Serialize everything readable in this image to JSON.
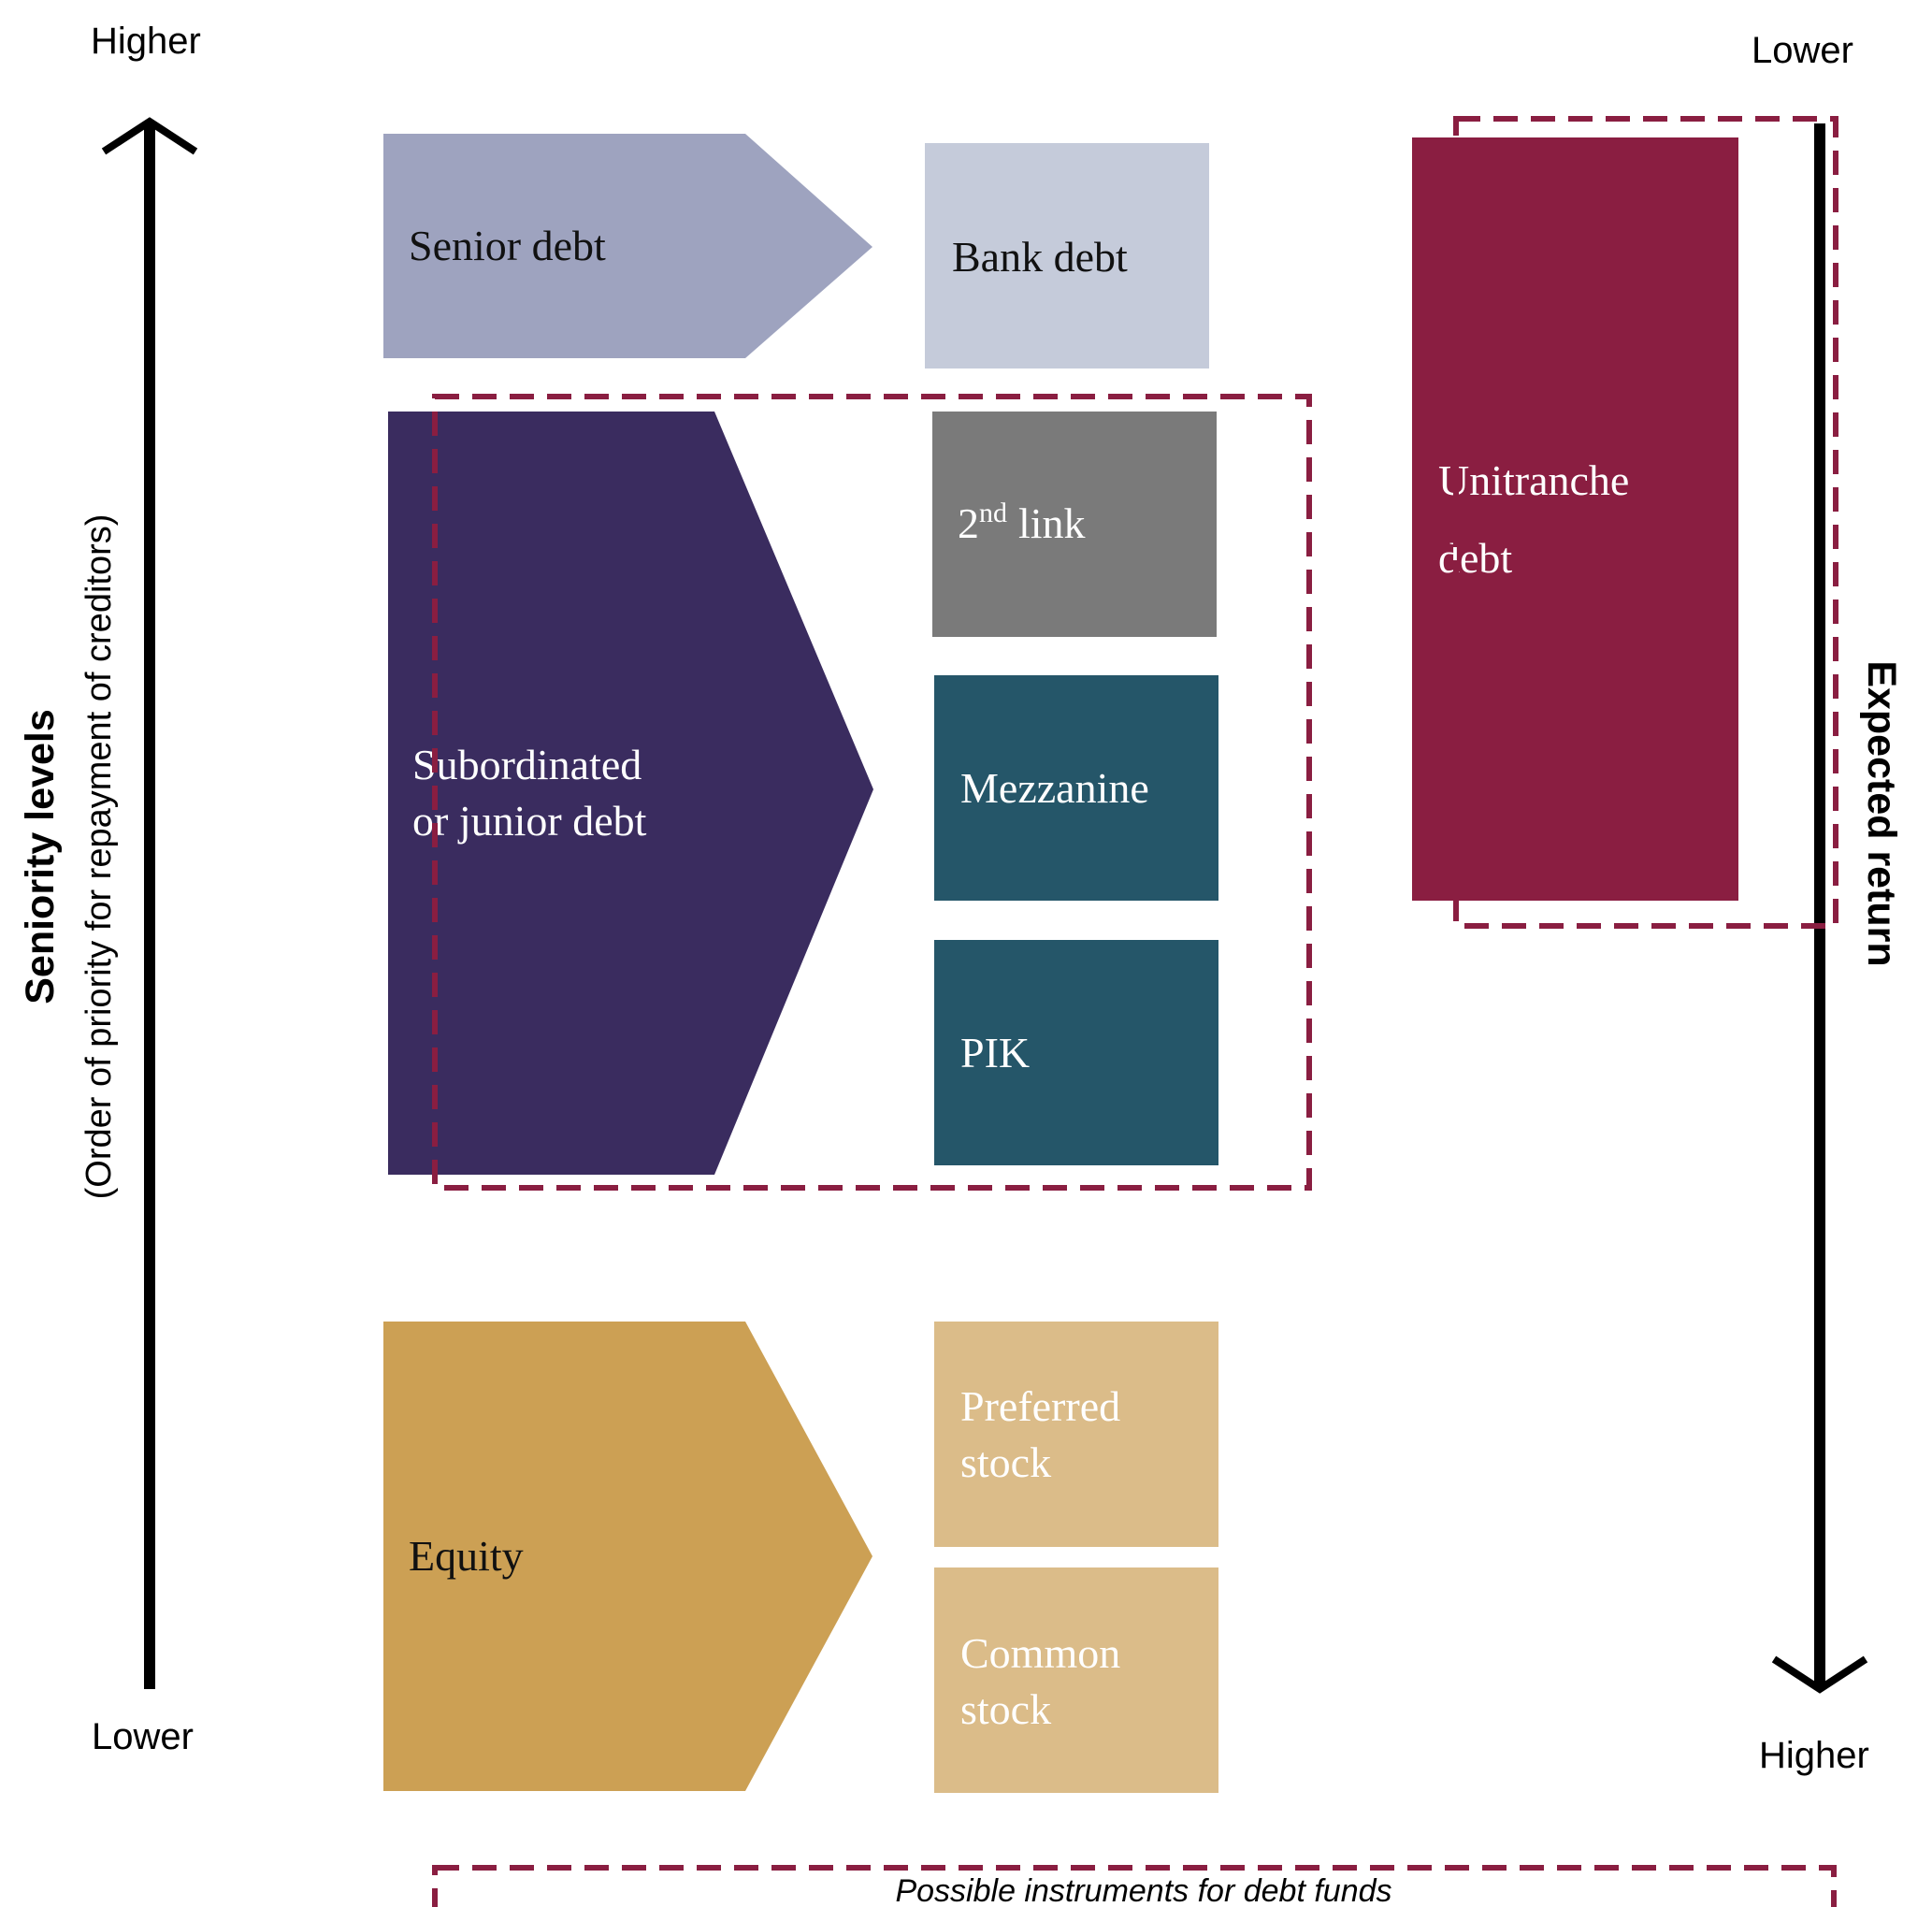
{
  "left_axis": {
    "top_label": "Higher",
    "bottom_label": "Lower",
    "title": "Seniority levels",
    "subtitle": "(Order of priority for repayment of creditors)"
  },
  "right_axis": {
    "top_label": "Lower",
    "bottom_label": "Higher",
    "title": "Expected return"
  },
  "categories": {
    "senior": "Senior debt",
    "subordinated_line1": "Subordinated",
    "subordinated_line2": "or junior debt",
    "equity": "Equity"
  },
  "instruments": {
    "bank_debt": "Bank debt",
    "second_link_num": "2",
    "second_link_sup": "nd",
    "second_link_word": "link",
    "mezzanine": "Mezzanine",
    "pik": "PIK",
    "preferred_line1": "Preferred",
    "preferred_line2": "stock",
    "common_line1": "Common",
    "common_line2": "stock",
    "unitranche_line1": "Unitranche",
    "unitranche_line2": "debt"
  },
  "legend": {
    "label": "Possible instruments for debt funds"
  },
  "colors": {
    "senior": "#9ea3bf",
    "bank": "#c5cbda",
    "subordinated": "#3a2c5f",
    "second_link": "#7a7a7a",
    "mezzanine": "#255669",
    "pik": "#255669",
    "equity": "#cca054",
    "stock": "#dbbc89",
    "unitranche": "#8a1e41",
    "dashed": "#8a1e41",
    "axis": "#000000"
  }
}
